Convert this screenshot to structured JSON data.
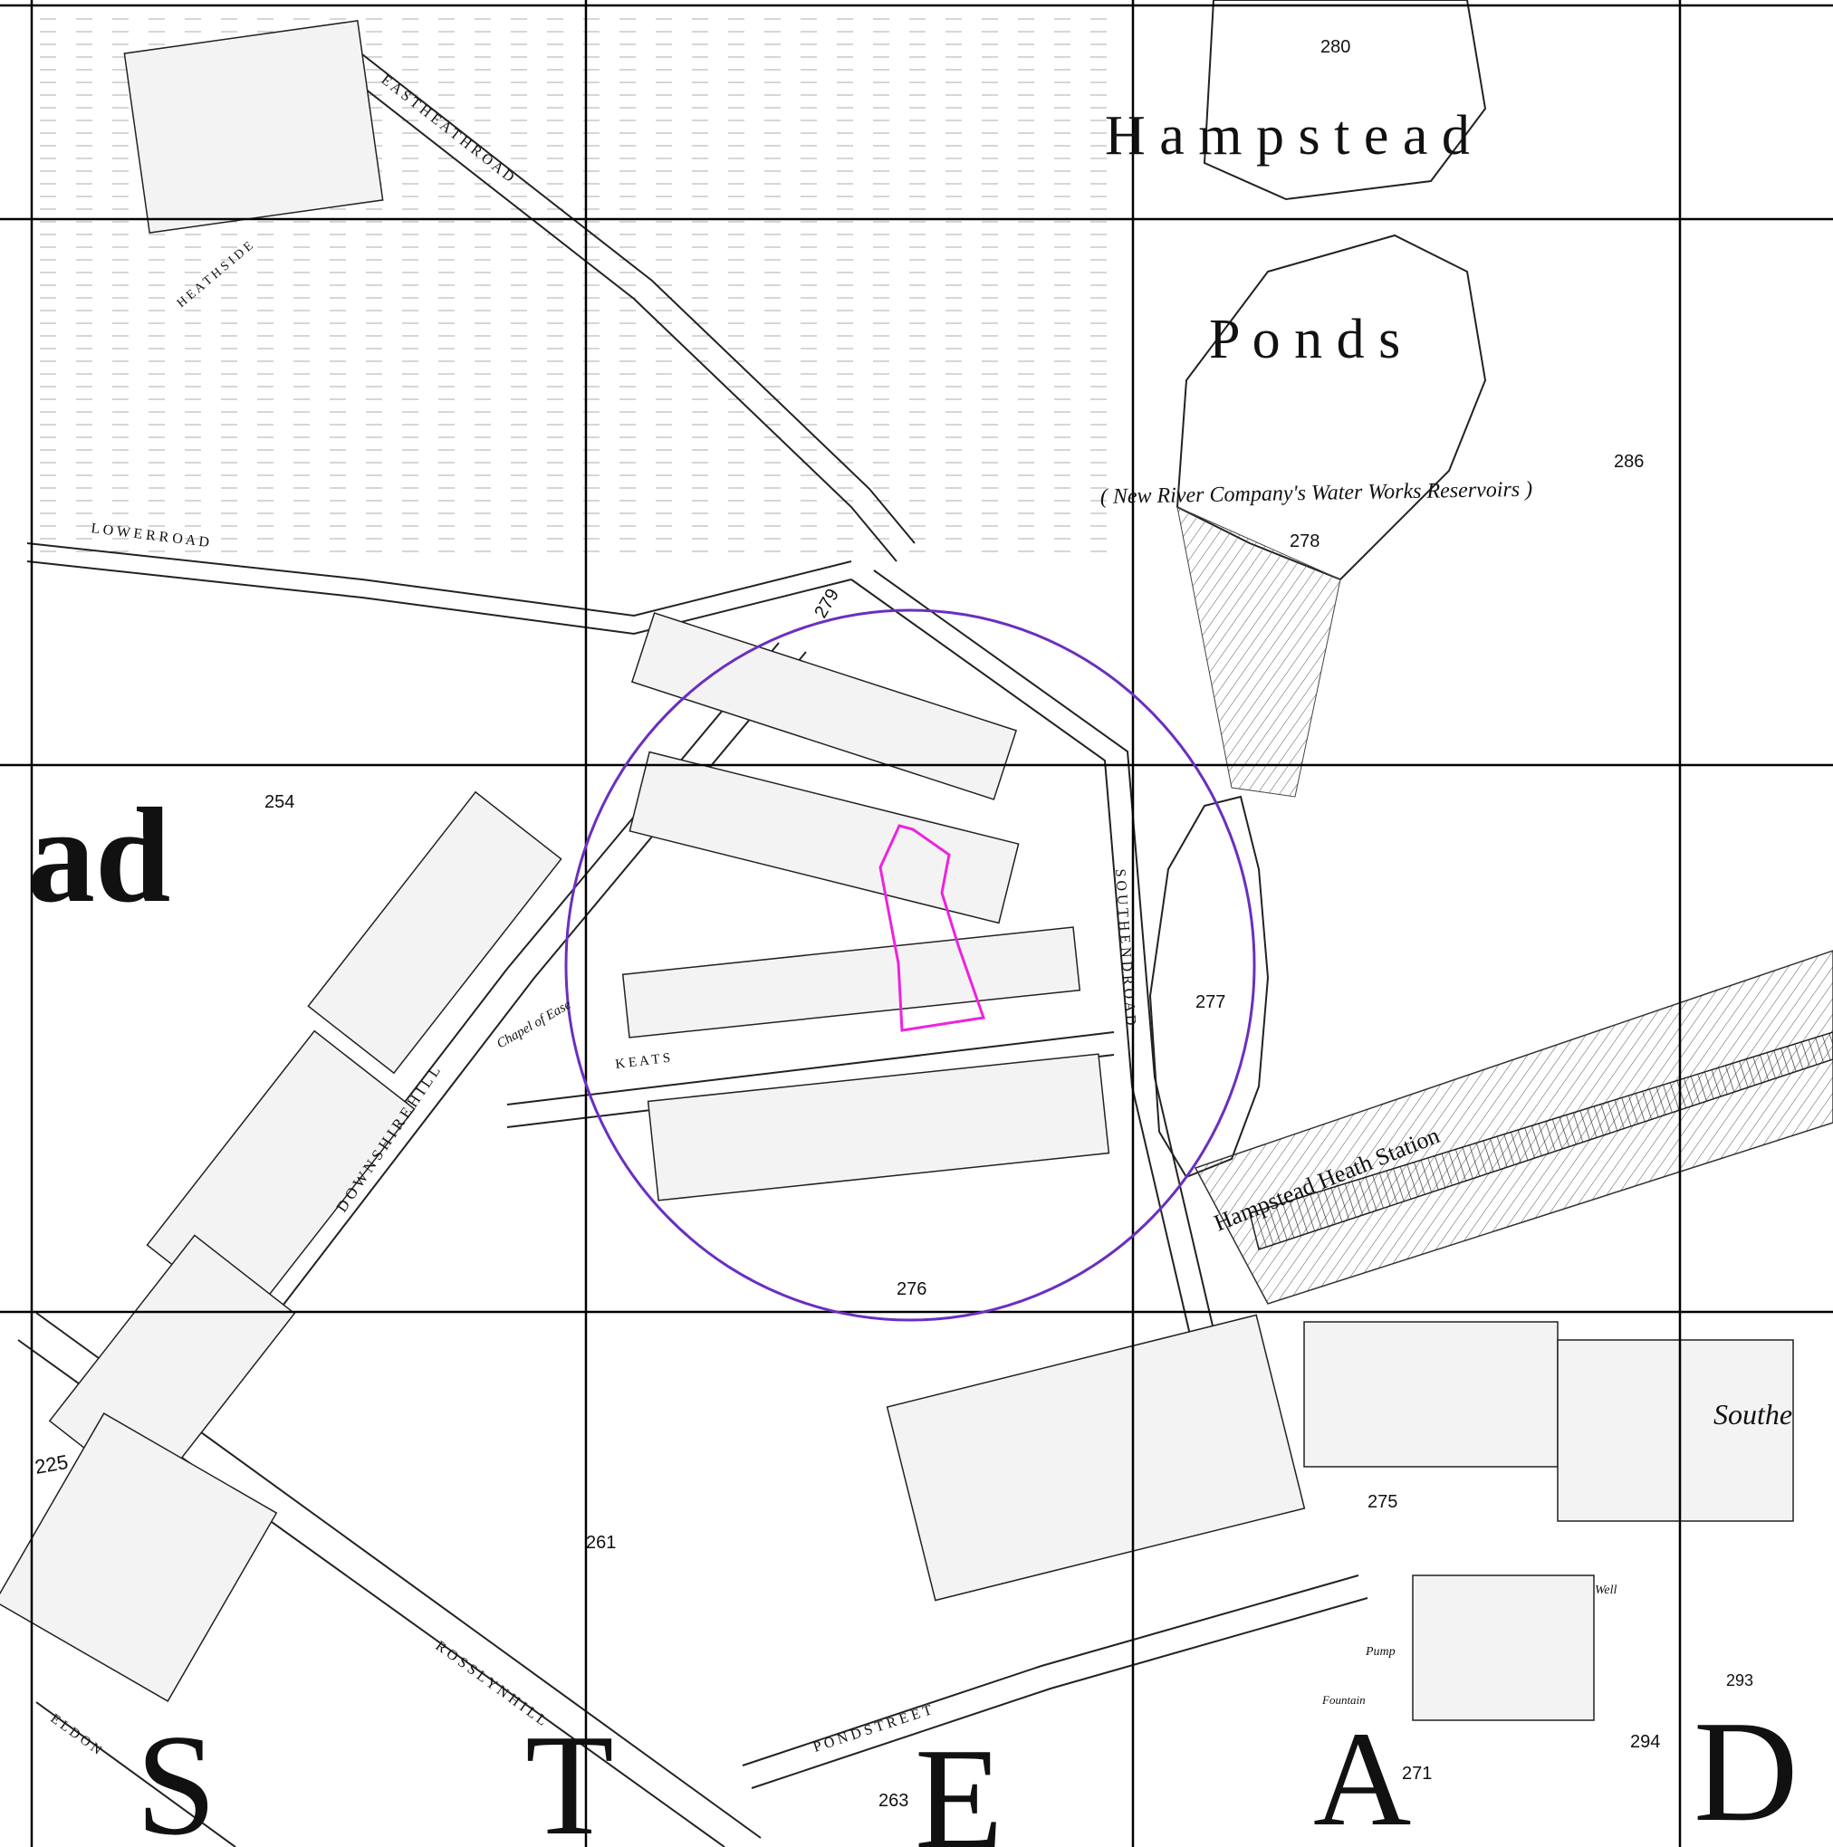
{
  "map": {
    "large_lettering": {
      "hampstead": "H a m p s t e a d",
      "ponds": "P o n d s",
      "ad": "ad",
      "s": "S",
      "t": "T",
      "e": "E",
      "a": "A",
      "d": "D"
    },
    "place_labels": {
      "water_works": "( New River Company's Water Works Reservoirs )",
      "station": "Hampstead Heath Station",
      "chapel": "Chapel of Ease",
      "southend": "Southe",
      "pump": "Pump",
      "fountain": "Fountain",
      "well": "Well"
    },
    "street_labels": {
      "east_heath_road": "E A S T   H E A T H   R O A D",
      "heath_side": "H E A T H   S I D E",
      "gayton_road": "L O W E R   R O A D",
      "downshire_hill": "D O W N S H I R E   H I L L",
      "south_end_road": "S O U T H   E N D   R O A D",
      "keats_grove": "K E A T S",
      "pond_street": "P O N D   S T R E E T",
      "eldon": "E L D O N",
      "rosslyn": "R O S S L Y N   H I L L"
    },
    "parcel_numbers": {
      "p280": "280",
      "p286": "286",
      "p278": "278",
      "p254": "254",
      "p279": "279",
      "p277": "277",
      "p276": "276",
      "p261": "261",
      "p275": "275",
      "p225": "225",
      "p263": "263",
      "p271": "271",
      "p294": "294",
      "p293": "293"
    },
    "colors": {
      "ink": "#111111",
      "grid": "#000000",
      "circle": "#6a2fc0",
      "site_outline": "#ee22dd",
      "background": "#ffffff"
    }
  }
}
